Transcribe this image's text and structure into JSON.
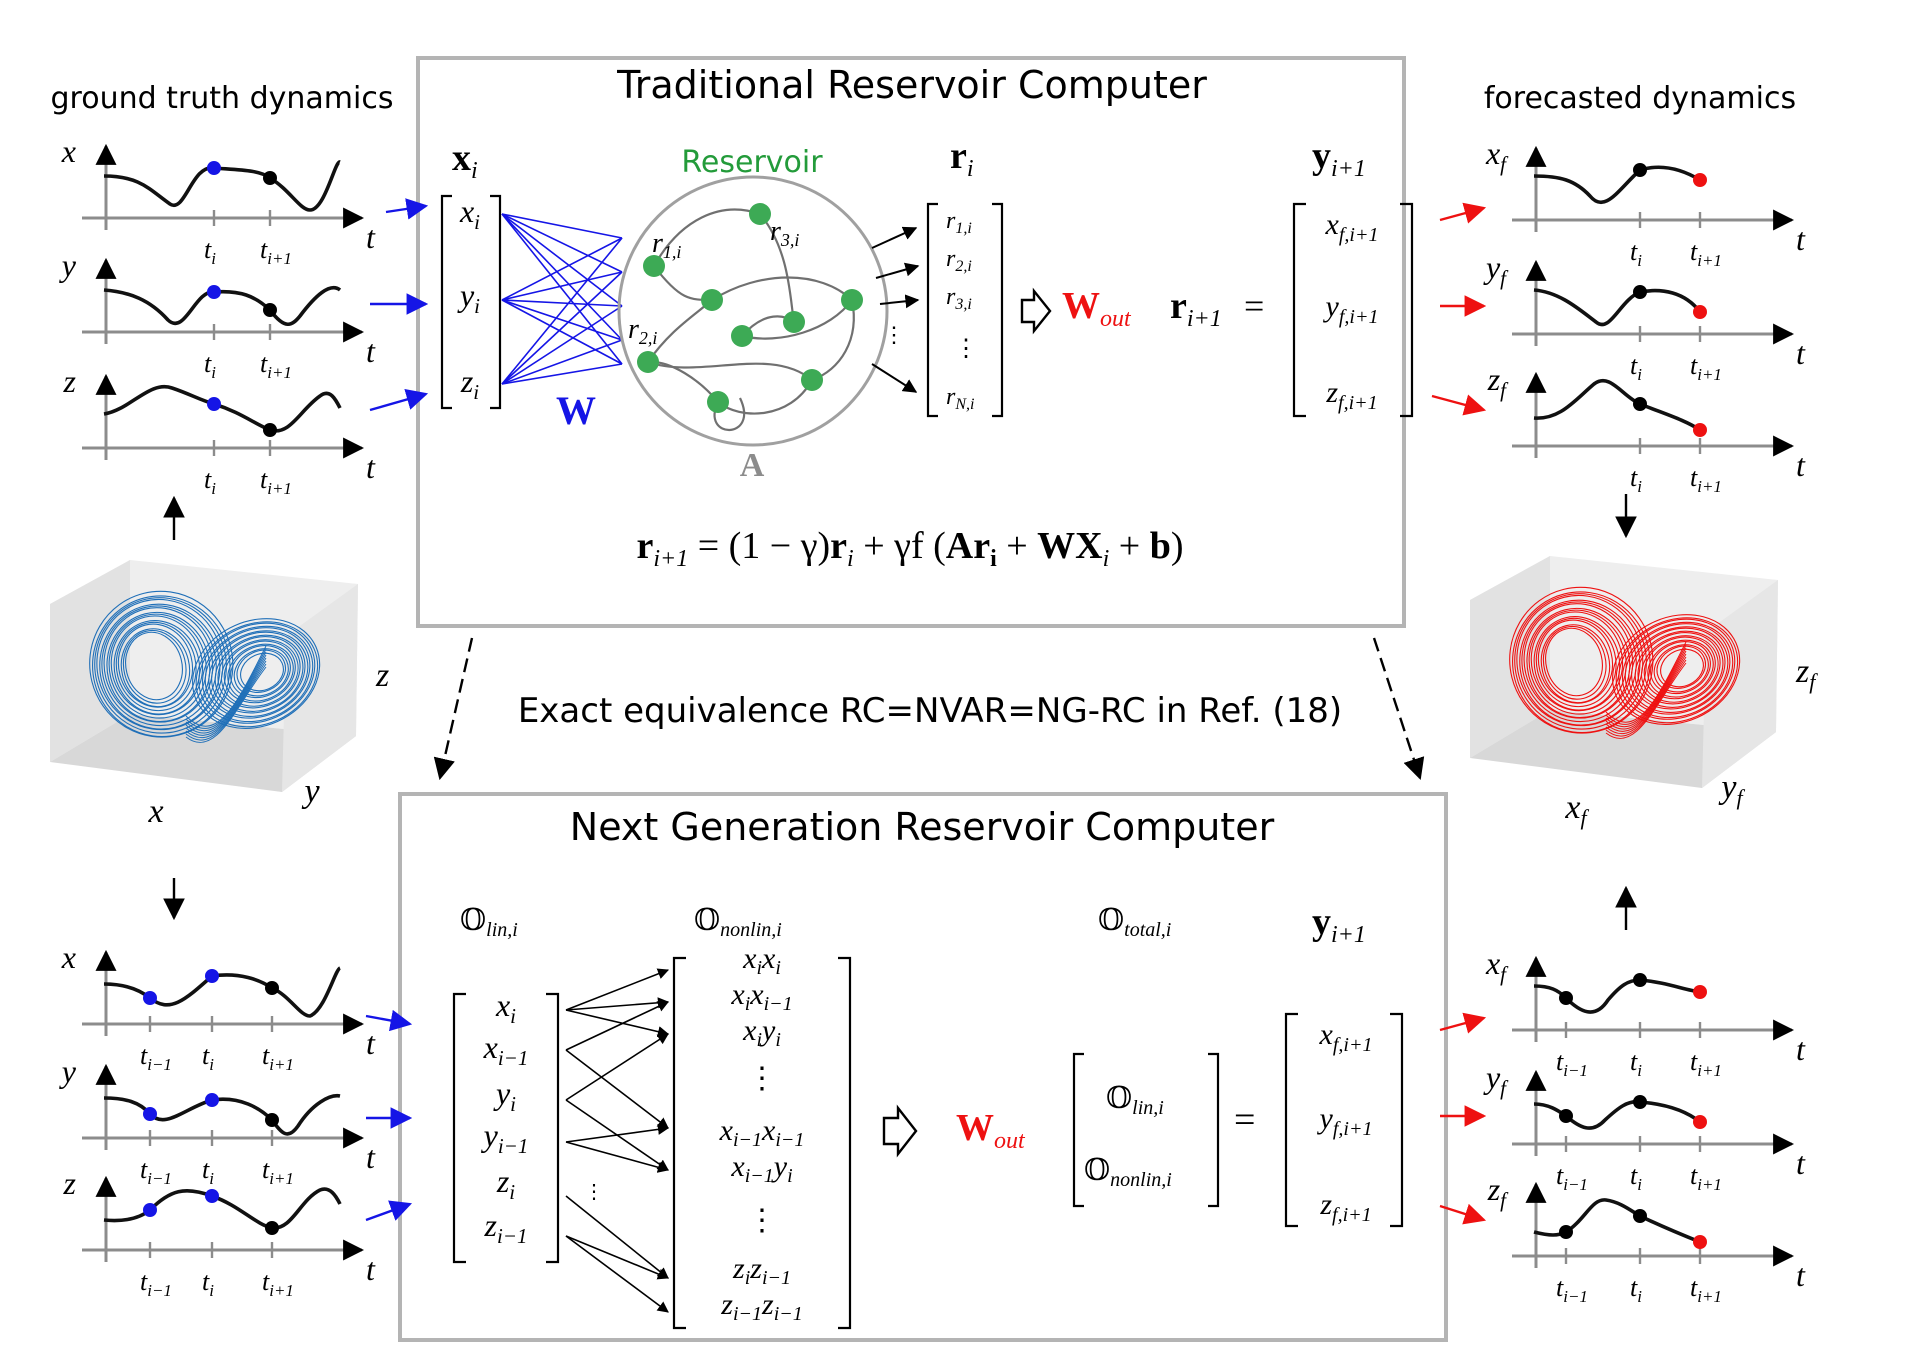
{
  "labels": {
    "ground_truth": "ground truth dynamics",
    "forecasted": "forecasted dynamics",
    "rc_title": "Traditional Reservoir Computer",
    "ngrc_title": "Next Generation Reservoir Computer",
    "equivalence": "Exact equivalence RC=NVAR=NG-RC in Ref. (18)",
    "reservoir": "Reservoir"
  },
  "rc": {
    "input_header": "x",
    "input_header_sub": "i",
    "inputs": [
      {
        "base": "x",
        "sub": "i"
      },
      {
        "base": "y",
        "sub": "i"
      },
      {
        "base": "z",
        "sub": "i"
      }
    ],
    "W_label": "W",
    "A_label": "A",
    "node_labels": [
      {
        "base": "r",
        "sub": "1,i"
      },
      {
        "base": "r",
        "sub": "3,i"
      },
      {
        "base": "r",
        "sub": "2,i"
      }
    ],
    "state_header": "r",
    "state_header_sub": "i",
    "states": [
      {
        "base": "r",
        "sub": "1,i"
      },
      {
        "base": "r",
        "sub": "2,i"
      },
      {
        "base": "r",
        "sub": "3,i"
      },
      {
        "base": "r",
        "sub": "N,i"
      }
    ],
    "wout_base": "W",
    "wout_sub": "out",
    "r_next_base": "r",
    "r_next_sub": "i+1",
    "equals": "=",
    "y_header": "y",
    "y_header_sub": "i+1",
    "outputs": [
      {
        "base": "x",
        "sub": "f,i+1"
      },
      {
        "base": "y",
        "sub": "f,i+1"
      },
      {
        "base": "z",
        "sub": "f,i+1"
      }
    ],
    "update_eq": {
      "lhs": "r",
      "lhs_sub": "i+1",
      "rhs1": " = (1 − γ)",
      "r": "r",
      "r_sub": "i",
      "rhs2": " + γf (",
      "A": "Ar",
      "A_sub": "i",
      "plus1": " + ",
      "WX": "WX",
      "WX_sub": "i",
      "plus2": " + ",
      "b": "b",
      "close": ")"
    }
  },
  "ngrc": {
    "lin_header": "𝕆",
    "lin_header_sub": "lin,i",
    "nonlin_header": "𝕆",
    "nonlin_header_sub": "nonlin,i",
    "total_header": "𝕆",
    "total_header_sub": "total,i",
    "y_header": "y",
    "y_header_sub": "i+1",
    "lin_terms": [
      {
        "base": "x",
        "sub": "i"
      },
      {
        "base": "x",
        "sub": "i−1"
      },
      {
        "base": "y",
        "sub": "i"
      },
      {
        "base": "y",
        "sub": "i−1"
      },
      {
        "base": "z",
        "sub": "i"
      },
      {
        "base": "z",
        "sub": "i−1"
      }
    ],
    "nonlin_terms": [
      {
        "a": "x",
        "as": "i",
        "b": "x",
        "bs": "i"
      },
      {
        "a": "x",
        "as": "i",
        "b": "x",
        "bs": "i−1"
      },
      {
        "a": "x",
        "as": "i",
        "b": "y",
        "bs": "i"
      },
      {
        "a": "x",
        "as": "i−1",
        "b": "x",
        "bs": "i−1"
      },
      {
        "a": "x",
        "as": "i−1",
        "b": "y",
        "bs": "i"
      },
      {
        "a": "z",
        "as": "i",
        "b": "z",
        "bs": "i−1"
      },
      {
        "a": "z",
        "as": "i−1",
        "b": "z",
        "bs": "i−1"
      }
    ],
    "wout_base": "W",
    "wout_sub": "out",
    "vec_lin": "𝕆",
    "vec_lin_sub": "lin,i",
    "vec_nonlin": "𝕆",
    "vec_nonlin_sub": "nonlin,i",
    "equals": "=",
    "outputs": [
      {
        "base": "x",
        "sub": "f,i+1"
      },
      {
        "base": "y",
        "sub": "f,i+1"
      },
      {
        "base": "z",
        "sub": "f,i+1"
      }
    ]
  },
  "plots": {
    "t_label": "t",
    "gt_top": [
      {
        "var": "x",
        "var_sub": ""
      },
      {
        "var": "y",
        "var_sub": ""
      },
      {
        "var": "z",
        "var_sub": ""
      }
    ],
    "fc_top": [
      {
        "var": "x",
        "var_sub": "f"
      },
      {
        "var": "y",
        "var_sub": "f"
      },
      {
        "var": "z",
        "var_sub": "f"
      }
    ],
    "ticks_top": [
      {
        "base": "t",
        "sub": "i"
      },
      {
        "base": "t",
        "sub": "i+1"
      }
    ],
    "ticks_bottom": [
      {
        "base": "t",
        "sub": "i−1"
      },
      {
        "base": "t",
        "sub": "i"
      },
      {
        "base": "t",
        "sub": "i+1"
      }
    ]
  },
  "attractors": {
    "gt": {
      "x": "x",
      "y": "y",
      "z": "z",
      "color": "#1f6fb8"
    },
    "fc": {
      "x": "x",
      "x_sub": "f",
      "y": "y",
      "y_sub": "f",
      "z": "z",
      "z_sub": "f",
      "color": "#ee1111"
    }
  },
  "colors": {
    "blue": "#1515e6",
    "red": "#ee1111",
    "green": "#239b3a",
    "node": "#3daa55",
    "gray": "#8c8c8c",
    "box": "#b4b4b4",
    "black": "#000000"
  }
}
